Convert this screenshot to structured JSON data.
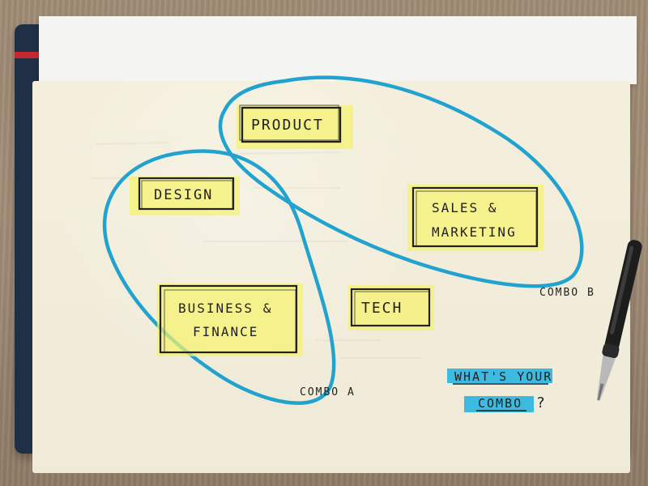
{
  "labels": {
    "product": "PRODUCT",
    "design": "DESIGN",
    "sales_line_1": "SALES &",
    "sales_line_2": "MARKETING",
    "business_line_1": "BUSINESS &",
    "business_line_2": "FINANCE",
    "tech": "TECH",
    "combo_a": "COMBO A",
    "combo_b": "COMBO B",
    "question_line_1": "WHAT'S YOUR",
    "question_line_2": "COMBO",
    "question_mark": "?"
  },
  "colors": {
    "paper": "#f7f2df",
    "ink": "#222222",
    "loop": "#22a3cf",
    "highlight_yellow": "#f5f36d",
    "highlight_blue": "#34b6df",
    "ribbon": "#c4272e",
    "cover": "#1f2f45"
  },
  "icons": {
    "pen": "pen-icon"
  }
}
